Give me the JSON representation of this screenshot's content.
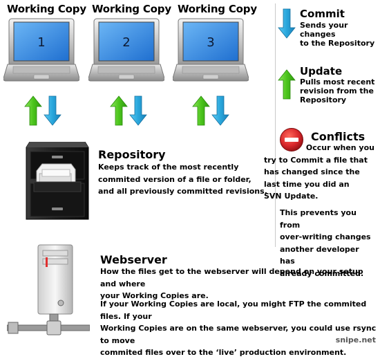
{
  "working_copies": [
    {
      "label": "Working Copy",
      "number": "1"
    },
    {
      "label": "Working Copy",
      "number": "2"
    },
    {
      "label": "Working Copy",
      "number": "3"
    }
  ],
  "legend": {
    "commit": {
      "title": "Commit",
      "desc": [
        "Sends your changes",
        "to the Repository"
      ]
    },
    "update": {
      "title": "Update",
      "desc": [
        "Pulls most recent",
        "revision from the",
        "Repository"
      ]
    },
    "conflicts": {
      "title": "Conflicts",
      "desc": [
        "Occur when you",
        "try to Commit a file that",
        "has changed since the",
        "last time you did an",
        "SVN Update."
      ],
      "desc2": [
        "This prevents you from",
        "over-writing changes",
        "another developer has",
        "already committed."
      ]
    }
  },
  "repository": {
    "title": "Repository",
    "desc": [
      "Keeps track of the most recently",
      "commited version of a file or folder,",
      "and all previously committed revisions."
    ]
  },
  "webserver": {
    "title": "Webserver",
    "desc": [
      "How the files get to the webserver will depend on your setup and where",
      "your Working Copies are."
    ],
    "desc2": [
      "If your Working Copies are local, you might FTP the commited files. If your",
      "Working Copies are on the same webserver, you could use rsync to move",
      "commited files over to the ‘live’ production environment."
    ]
  },
  "credit": "snipe.net",
  "colors": {
    "commit_arrow": "#2ba6d9",
    "update_arrow": "#4cc51c",
    "conflict_icon": "#d8262a",
    "screen": "#3a8fe0"
  }
}
